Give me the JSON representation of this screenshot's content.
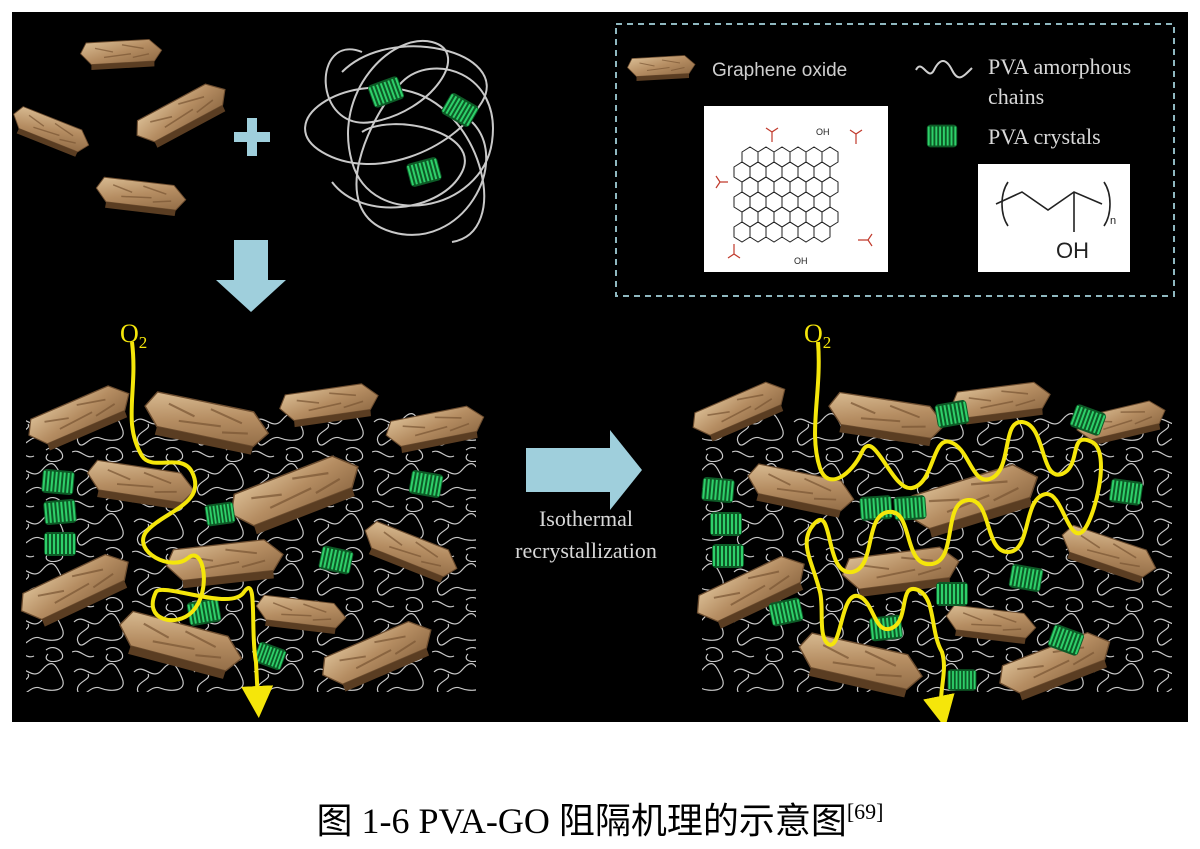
{
  "legend": {
    "graphene_oxide": "Graphene oxide",
    "pva_amorphous_line1": "PVA amorphous",
    "pva_amorphous_line2": "chains",
    "pva_crystals": "PVA crystals",
    "pva_structure_oh": "OH",
    "pva_structure_n": "n"
  },
  "go_structure": {
    "oh_top": "OH",
    "oh_bottom": "OH"
  },
  "labels": {
    "o2_left": "O",
    "o2_left_sub": "2",
    "o2_right": "O",
    "o2_right_sub": "2",
    "process_line1": "Isothermal",
    "process_line2": "recrystallization"
  },
  "caption": {
    "text": "图 1-6 PVA-GO 阻隔机理的示意图",
    "ref": "[69]"
  },
  "colors": {
    "background": "#000000",
    "graphene_flake": "#b08a60",
    "pva_crystal": "#1fae4e",
    "oxygen_path": "#f5e60a",
    "arrow": "#9fcfdc",
    "legend_border": "#8fb8c0"
  }
}
